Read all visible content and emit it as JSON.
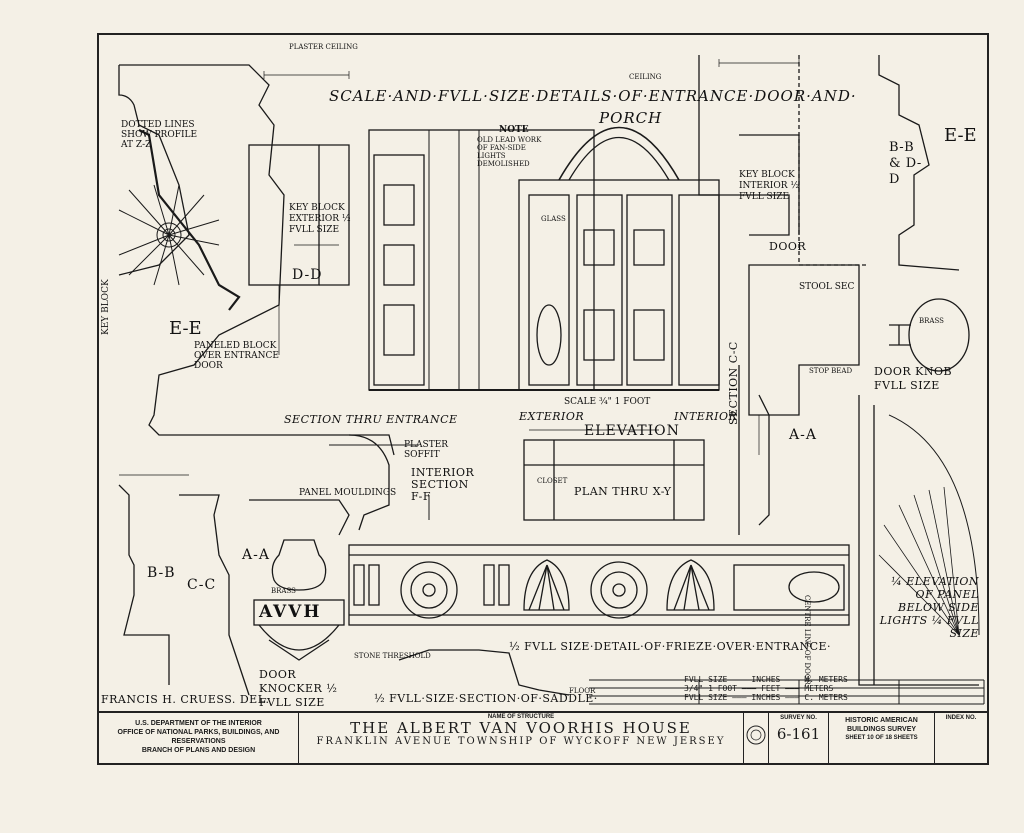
{
  "drawing": {
    "title_line1": "SCALE·AND·FVLL·SIZE·DETAILS·OF·ENTRANCE·DOOR·AND·",
    "title_line2": "PORCH",
    "note_title": "NOTE",
    "note_text": "OLD LEAD WORK OF FAN-SIDE LIGHTS DEMOLISHED",
    "labels": {
      "dotted_lines": "DOTTED LINES SHOW PROFILE AT Z-Z",
      "key_block_exterior": "KEY BLOCK EXTERIOR ½ FVLL SIZE",
      "key_block_interior": "KEY BLOCK INTERIOR ½ FVLL SIZE",
      "dd": "D-D",
      "ee_left": "E-E",
      "ee_right": "E-E",
      "bb_dd": "B-B & D-D",
      "paneled_block": "PANELED BLOCK OVER ENTRANCE DOOR",
      "key_block_vert": "KEY BLOCK",
      "section_entrance": "SECTION THRU ENTRANCE",
      "exterior": "EXTERIOR",
      "interior": "INTERIOR",
      "elevation": "ELEVATION",
      "scale_foot": "SCALE ¾\" 1 FOOT",
      "plaster_soffit": "PLASTER SOFFIT",
      "interior_section": "INTERIOR SECTION F-F",
      "panel_mouldings": "PANEL MOULDINGS",
      "plan_thru": "PLAN THRU X-Y",
      "closet": "CLOSET",
      "door": "DOOR",
      "stool_sec": "STOOL SEC",
      "door_knob": "DOOR KNOB FVLL SIZE",
      "brass": "BRASS",
      "section_cc": "SECTION C-C",
      "aa_right": "A-A",
      "aa_left": "A-A",
      "bb_left": "B-B",
      "cc_left": "C-C",
      "avvh": "AVVH",
      "door_knocker": "DOOR KNOCKER ½ FVLL SIZE",
      "frieze": "½ FVLL SIZE·DETAIL·OF·FRIEZE·OVER·ENTRANCE·",
      "saddle": "½ FVLL·SIZE·SECTION·OF·SADDLE·",
      "stone_threshold": "STONE THRESHOLD",
      "floor": "FLOOR",
      "panel_below": "¼ ELEVATION OF PANEL BELOW SIDE LIGHTS ¼ FVLL SIZE",
      "delineator": "FRANCIS H. CRUESS. DEL.",
      "plaster_ceiling": "PLASTER CEILING",
      "ceiling": "CEILING",
      "center_line": "CENTRE LINE OF DOOR",
      "stop_bead": "STOP BEAD",
      "glass": "GLASS"
    },
    "scale_rows": [
      "FVLL SIZE ——— INCHES ——— M. METERS",
      "3/4\" 1 FOOT ——— FEET ——— METERS",
      "FVLL SIZE ——— INCHES ——— C. METERS"
    ]
  },
  "titleblock": {
    "agency_line1": "U.S. DEPARTMENT OF THE INTERIOR",
    "agency_line2": "OFFICE OF NATIONAL PARKS, BUILDINGS, AND RESERVATIONS",
    "agency_line3": "BRANCH OF PLANS AND DESIGN",
    "name_caption": "NAME OF STRUCTURE",
    "structure_name": "THE ALBERT VAN VOORHIS HOUSE",
    "location": "FRANKLIN AVENUE TOWNSHIP OF WYCKOFF NEW JERSEY",
    "survey_caption": "SURVEY NO.",
    "survey_no": "6-161",
    "habs_line1": "HISTORIC AMERICAN",
    "habs_line2": "BUILDINGS SURVEY",
    "sheet_text": "SHEET 10 OF 18 SHEETS",
    "index_caption": "INDEX NO."
  }
}
